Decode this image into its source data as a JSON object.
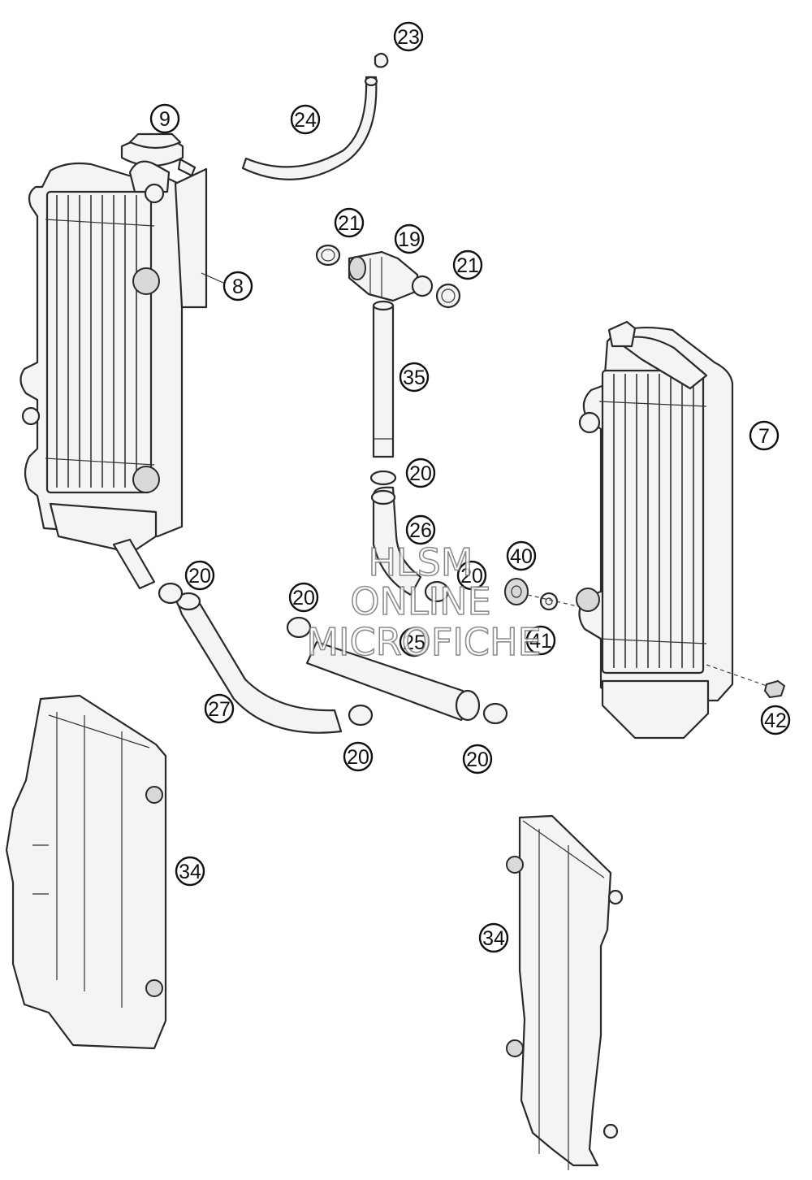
{
  "callouts": {
    "c23": "23",
    "c24": "24",
    "c9": "9",
    "c8": "8",
    "c21a": "21",
    "c19": "19",
    "c21b": "21",
    "c35": "35",
    "c7": "7",
    "c20a": "20",
    "c26": "26",
    "c40": "40",
    "c20b": "20",
    "c20c": "20",
    "c20d": "20",
    "c25": "25",
    "c41": "41",
    "c27": "27",
    "c42": "42",
    "c20e": "20",
    "c20f": "20",
    "c34a": "34",
    "c34b": "34"
  },
  "watermark": {
    "line1": "HLSM",
    "line2": "ONLINE",
    "line3": "MICROFICHE"
  }
}
